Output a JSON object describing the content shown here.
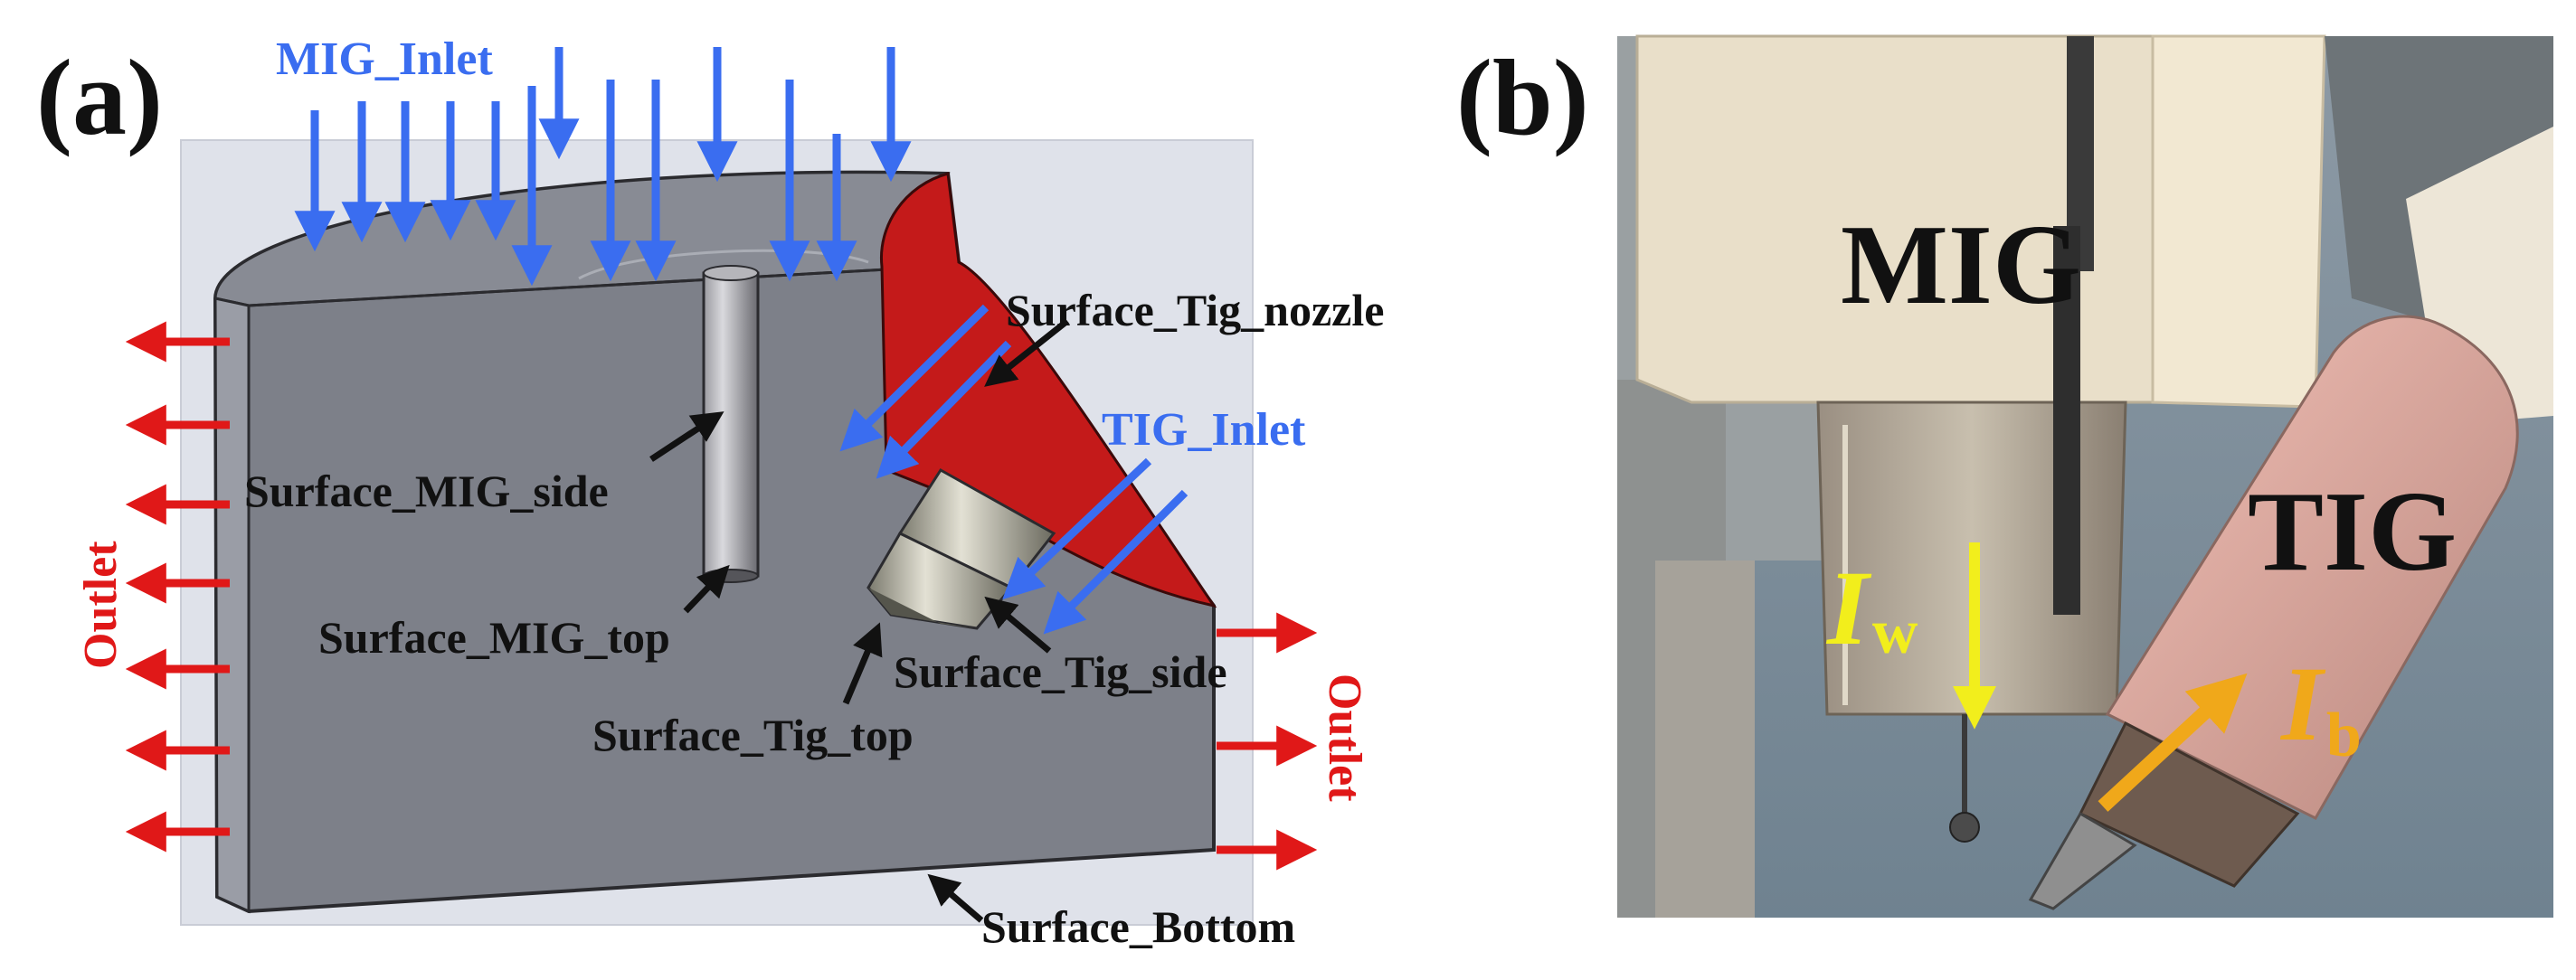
{
  "panel_a": {
    "tag": "(a)",
    "labels": {
      "mig_inlet": "MIG_Inlet",
      "tig_inlet": "TIG_Inlet",
      "outlet_left": "Outlet",
      "outlet_right": "Outlet",
      "surface_tig_nozzle": "Surface_Tig_nozzle",
      "surface_mig_side": "Surface_MIG_side",
      "surface_mig_top": "Surface_MIG_top",
      "surface_tig_top": "Surface_Tig_top",
      "surface_tig_side": "Surface_Tig_side",
      "surface_bottom": "Surface_Bottom"
    }
  },
  "panel_b": {
    "tag": "(b)",
    "labels": {
      "mig": "MIG",
      "tig": "TIG",
      "iw_main": "I",
      "iw_sub": "w",
      "ib_main": "I",
      "ib_sub": "b"
    }
  },
  "colors": {
    "inlet_blue": "#3a6df0",
    "outlet_red": "#e01818",
    "nozzle_red": "#c41a1a",
    "iw_yellow": "#f2ee1c",
    "ib_orange": "#f0a81a",
    "block_gray": "#7d8089"
  }
}
